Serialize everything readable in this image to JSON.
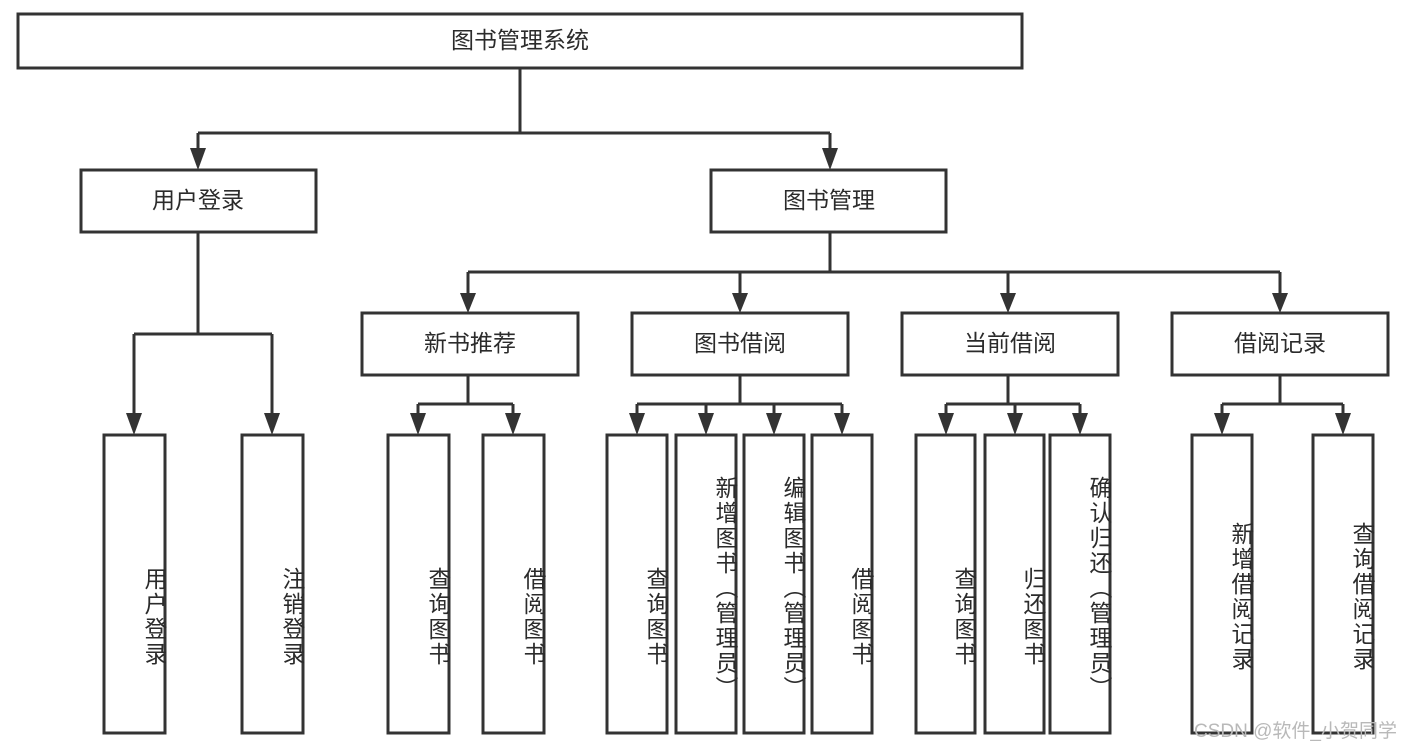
{
  "diagram": {
    "title": "图书管理系统",
    "type": "tree",
    "watermark": "CSDN @软件_小贺同学",
    "colors": {
      "box_stroke": "#333333",
      "box_fill": "#ffffff",
      "text": "#2b2b2b",
      "watermark": "#b9b9b9",
      "background": "#ffffff"
    },
    "root": {
      "label": "图书管理系统"
    },
    "level2": [
      {
        "label": "用户登录"
      },
      {
        "label": "图书管理"
      }
    ],
    "level3": [
      {
        "label": "新书推荐"
      },
      {
        "label": "图书借阅"
      },
      {
        "label": "当前借阅"
      },
      {
        "label": "借阅记录"
      }
    ],
    "leaves": {
      "user_login": [
        {
          "label": "用户登录"
        },
        {
          "label": "注销登录"
        }
      ],
      "new_book_recommend": [
        {
          "label": "查询图书"
        },
        {
          "label": "借阅图书"
        }
      ],
      "book_borrow": [
        {
          "label": "查询图书"
        },
        {
          "label": "新增图书（管理员）"
        },
        {
          "label": "编辑图书（管理员）"
        },
        {
          "label": "借阅图书"
        }
      ],
      "current_borrow": [
        {
          "label": "查询图书"
        },
        {
          "label": "归还图书"
        },
        {
          "label": "确认归还（管理员）"
        }
      ],
      "borrow_record": [
        {
          "label": "新增借阅记录"
        },
        {
          "label": "查询借阅记录"
        }
      ]
    }
  }
}
